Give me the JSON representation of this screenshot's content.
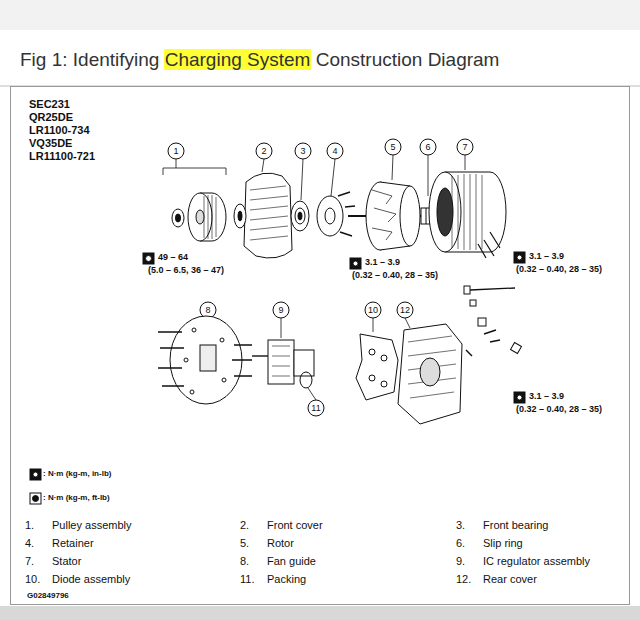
{
  "diagram": {
    "title": "Fig 1: Identifying Charging System Construction Diagram",
    "labels": [
      "SEC231",
      "QR25DE",
      "LR1100-734",
      "VQ35DE",
      "LR11100-721",
      "1",
      "2",
      "3",
      "4",
      "5",
      "6",
      "7",
      "8",
      "9",
      "10",
      "11",
      "12",
      "49 – 64",
      "(5.0 – 6.5, 36 – 47)",
      "3.1 – 3.9",
      "(0.32 – 0.40, 28 – 35)",
      "3.1 – 3.9",
      "(0.32 – 0.40, 28 – 35)",
      "3.1 – 3.9",
      "(0.32 – 0.40, 28 – 35)",
      "1.",
      "Pulley assembly",
      "2.",
      "Front cover",
      "3.",
      "Front bearing",
      "4.",
      "Retainer",
      "5.",
      "Rotor",
      "6.",
      "Slip ring",
      "7.",
      "Stator",
      "8.",
      "Fan guide",
      "9.",
      "IC regulator assembly",
      "10.",
      "Diode assembly",
      "11.",
      "Packing",
      "12.",
      "Rear cover",
      "G02849796"
    ],
    "legend": [
      {
        "text": ": N·m (kg-m, in-lb)"
      },
      {
        "text": ": N·m (kg-m, ft-lb)"
      }
    ]
  }
}
